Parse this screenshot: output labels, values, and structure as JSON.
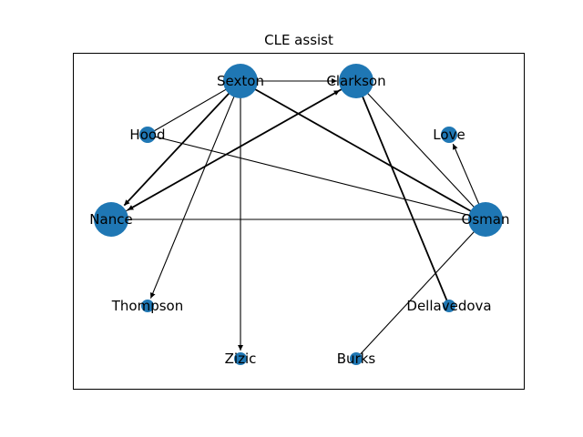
{
  "title": "CLE assist",
  "colors": {
    "node": "#1f77b4",
    "edge": "#000000",
    "frame": "#000000",
    "background": "#ffffff"
  },
  "nodes": [
    {
      "id": "Sexton",
      "label": "Sexton",
      "size": "large"
    },
    {
      "id": "Clarkson",
      "label": "Clarkson",
      "size": "large"
    },
    {
      "id": "Hood",
      "label": "Hood",
      "size": "small"
    },
    {
      "id": "Love",
      "label": "Love",
      "size": "small"
    },
    {
      "id": "Nance",
      "label": "Nance",
      "size": "large"
    },
    {
      "id": "Osman",
      "label": "Osman",
      "size": "large"
    },
    {
      "id": "Thompson",
      "label": "Thompson",
      "size": "tiny"
    },
    {
      "id": "Dellavedova",
      "label": "Dellavedova",
      "size": "tiny"
    },
    {
      "id": "Zizic",
      "label": "Zizic",
      "size": "tiny"
    },
    {
      "id": "Burks",
      "label": "Burks",
      "size": "tiny"
    }
  ],
  "edges": [
    {
      "source": "Sexton",
      "target": "Clarkson",
      "weight": 1,
      "directed": true
    },
    {
      "source": "Sexton",
      "target": "Hood",
      "weight": 1,
      "directed": false
    },
    {
      "source": "Sexton",
      "target": "Nance",
      "weight": 2,
      "directed": true
    },
    {
      "source": "Sexton",
      "target": "Osman",
      "weight": 2,
      "directed": false
    },
    {
      "source": "Sexton",
      "target": "Thompson",
      "weight": 1,
      "directed": true
    },
    {
      "source": "Sexton",
      "target": "Zizic",
      "weight": 1,
      "directed": true
    },
    {
      "source": "Clarkson",
      "target": "Nance",
      "weight": 2,
      "directed": true
    },
    {
      "source": "Nance",
      "target": "Clarkson",
      "weight": 1,
      "directed": true
    },
    {
      "source": "Clarkson",
      "target": "Osman",
      "weight": 1,
      "directed": false
    },
    {
      "source": "Clarkson",
      "target": "Dellavedova",
      "weight": 2,
      "directed": false
    },
    {
      "source": "Hood",
      "target": "Osman",
      "weight": 1,
      "directed": false
    },
    {
      "source": "Osman",
      "target": "Love",
      "weight": 1,
      "directed": true
    },
    {
      "source": "Osman",
      "target": "Nance",
      "weight": 1,
      "directed": false
    },
    {
      "source": "Osman",
      "target": "Burks",
      "weight": 1,
      "directed": false
    }
  ]
}
